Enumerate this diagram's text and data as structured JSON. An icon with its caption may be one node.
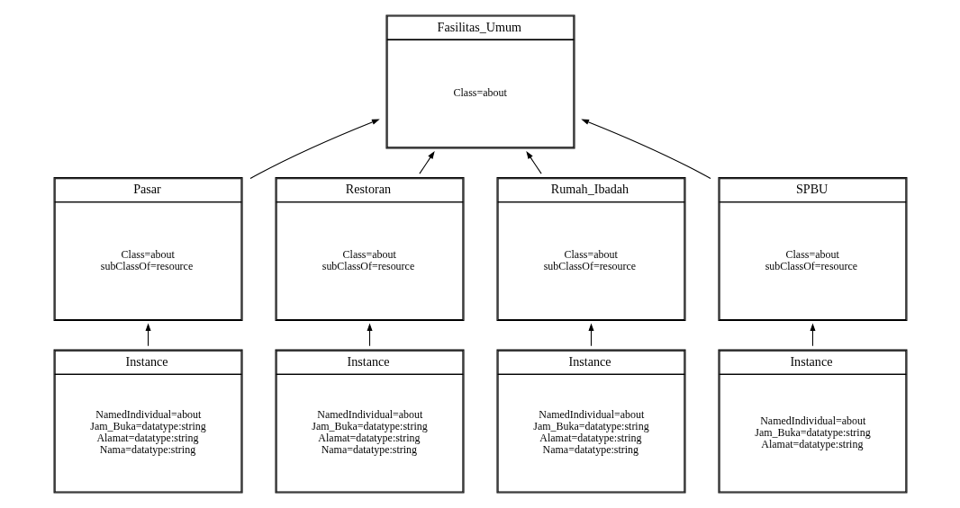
{
  "diagram": {
    "nodes": [
      {
        "text": [
          "Fasilitas_Umum",
          "Class=about"
        ]
      },
      {
        "text": [
          "Pasar",
          "Class=about",
          "subClassOf=resource"
        ]
      },
      {
        "text": [
          "Restoran",
          "Class=about",
          "subClassOf=resource"
        ]
      },
      {
        "text": [
          "Rumah_Ibadah",
          "Class=about",
          "subClassOf=resource"
        ]
      },
      {
        "text": [
          "SPBU",
          "Class=about",
          "subClassOf=resource"
        ]
      },
      {
        "text": [
          "Instance",
          "NamedIndividual=about",
          "Jam_Buka=datatype:string",
          "Alamat=datatype:string",
          "Nama=datatype:string"
        ]
      },
      {
        "text": [
          "Instance",
          "NamedIndividual=about",
          "Jam_Buka=datatype:string",
          "Alamat=datatype:string",
          "Nama=datatype:string"
        ]
      },
      {
        "text": [
          "Instance",
          "NamedIndividual=about",
          "Jam_Buka=datatype:string",
          "Alamat=datatype:string",
          "Nama=datatype:string"
        ]
      },
      {
        "text": [
          "Instance",
          "NamedIndividual=about",
          "Jam_Buka=datatype:string",
          "Alamat=datatype:string"
        ]
      }
    ],
    "edges": [
      {
        "from": 1,
        "to": 0,
        "arrow": "to"
      },
      {
        "from": 2,
        "to": 0,
        "arrow": "to"
      },
      {
        "from": 3,
        "to": 0,
        "arrow": "to"
      },
      {
        "from": 4,
        "to": 0,
        "arrow": "to"
      },
      {
        "from": 5,
        "to": 1,
        "arrow": "to"
      },
      {
        "from": 6,
        "to": 2,
        "arrow": "to"
      },
      {
        "from": 7,
        "to": 3,
        "arrow": "to"
      },
      {
        "from": 8,
        "to": 4,
        "arrow": "to"
      }
    ]
  }
}
